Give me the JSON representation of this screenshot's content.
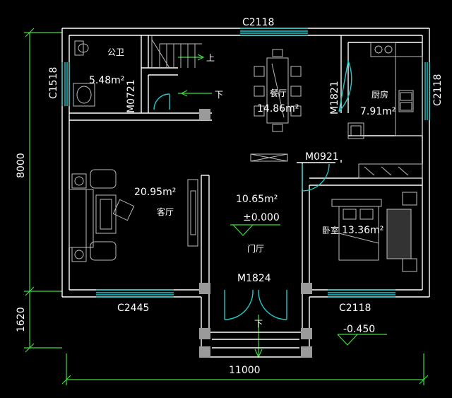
{
  "plan": {
    "windows": {
      "top": "C2118",
      "left": "C1518",
      "right": "C2118",
      "bottom_left": "C2445",
      "bottom_right": "C2118"
    },
    "doors": {
      "wc": "M0721",
      "kitchen": "M1821",
      "bedroom": "M0921",
      "entry": "M1824"
    },
    "rooms": {
      "wc_name": "公卫",
      "wc_area": "5.48m²",
      "dining_name": "餐厅",
      "dining_area": "14.86m²",
      "kitchen_name": "厨房",
      "kitchen_area": "7.91m²",
      "living_name": "客厅",
      "living_area": "20.95m²",
      "foyer_name": "门厅",
      "foyer_area": "10.65m²",
      "foyer_level": "±0.000",
      "bedroom_name": "卧室",
      "bedroom_area": "13.36m²"
    },
    "stairs": {
      "up": "上",
      "down": "下"
    },
    "entry_steps_down": "下",
    "exterior_level": "-0.450",
    "dimensions": {
      "width": "11000",
      "depth_main": "8000",
      "depth_porch": "1620"
    }
  },
  "colors": {
    "wall": "#ffffff",
    "window": "#1fc9c9",
    "dimension": "#3ddc3d",
    "furniture": "#bbbbbb"
  }
}
